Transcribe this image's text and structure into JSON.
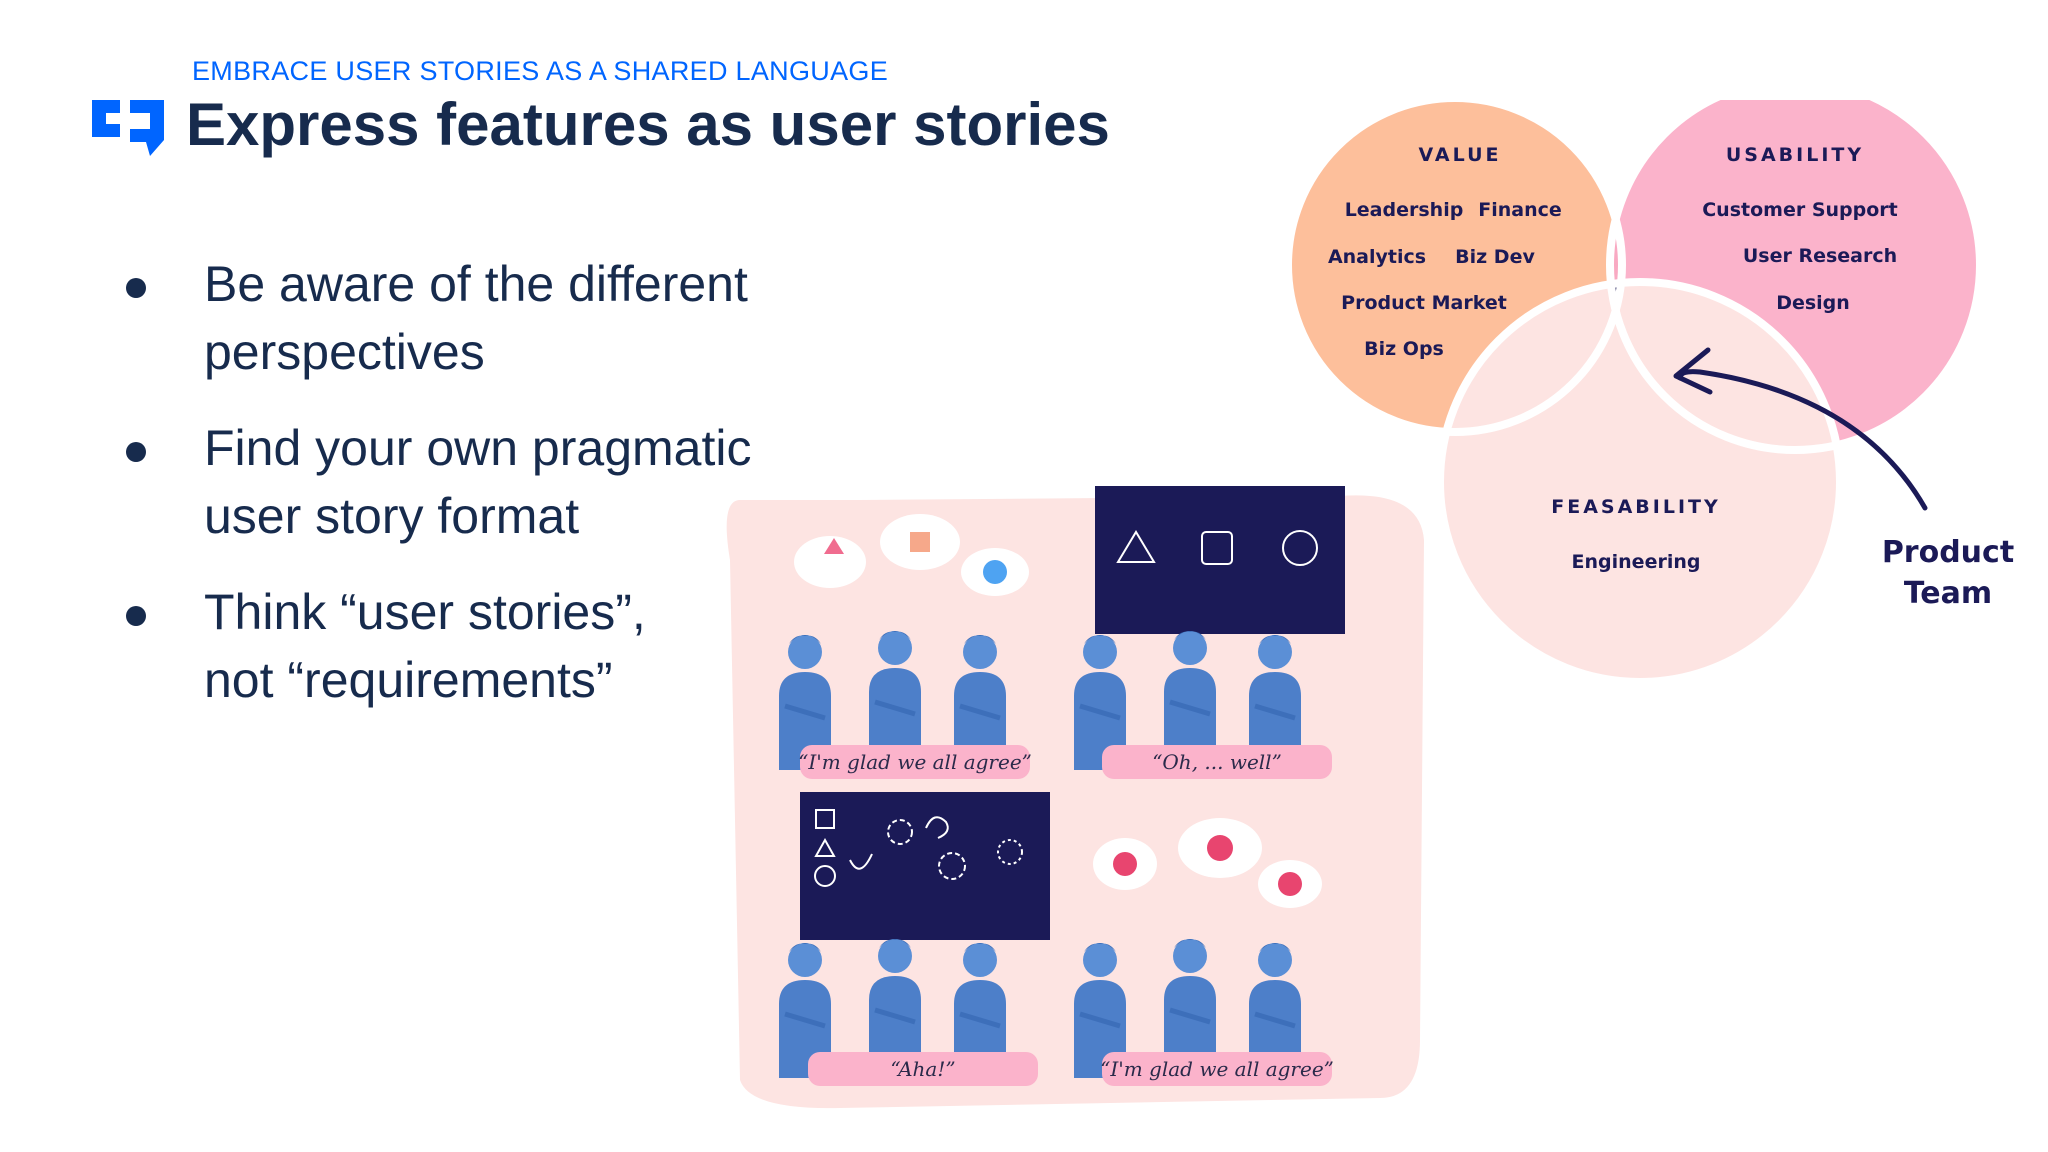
{
  "header": {
    "kicker": "EMBRACE USER STORIES AS A SHARED LANGUAGE",
    "title": "Express features as user stories"
  },
  "bullets": [
    {
      "lines": [
        "Be aware of the different",
        "perspectives"
      ]
    },
    {
      "lines": [
        "Find your own pragmatic",
        "user story format"
      ]
    },
    {
      "lines": [
        "Think “user stories”,",
        "not “requirements”"
      ]
    }
  ],
  "venn": {
    "value": {
      "heading": "VALUE",
      "items": [
        "Leadership",
        "Finance",
        "Analytics",
        "Biz Dev",
        "Product Market",
        "Biz Ops"
      ]
    },
    "usability": {
      "heading": "USABILITY",
      "items": [
        "Customer Support",
        "User Research",
        "Design"
      ]
    },
    "feasability": {
      "heading": "FEASABILITY",
      "items": [
        "Engineering"
      ]
    },
    "pointer_label": [
      "Product",
      "Team"
    ]
  },
  "comic": {
    "captions": [
      "“I'm glad we all agree”",
      "“Oh, ... well”",
      "“Aha!”",
      "“I'm glad we all agree”"
    ]
  },
  "colors": {
    "accent_blue": "#0065ff",
    "navy": "#172b4d",
    "venn_value": "#fdbf9b",
    "venn_usability": "#fbb3cb",
    "venn_feasability": "#fde4e2",
    "venn_center": "#1b1a57"
  }
}
